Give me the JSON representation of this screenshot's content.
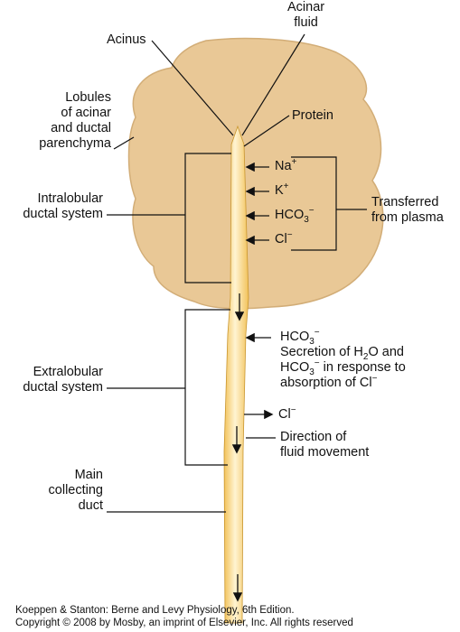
{
  "labels": {
    "acinar_fluid": [
      "Acinar",
      "fluid"
    ],
    "acinus": "Acinus",
    "protein": "Protein",
    "lobules": [
      "Lobules",
      "of acinar",
      "and ductal",
      "parenchyma"
    ],
    "intralobular": [
      "Intralobular",
      "ductal system"
    ],
    "transferred": [
      "Transferred",
      "from plasma"
    ],
    "extralobular": [
      "Extralobular",
      "ductal system"
    ],
    "main_duct": [
      "Main",
      "collecting",
      "duct"
    ],
    "secretion": [
      "Secretion of H",
      "O and",
      "in response to",
      "absorption of Cl"
    ],
    "direction": [
      "Direction of",
      "fluid movement"
    ]
  },
  "ions": {
    "na": {
      "base": "Na",
      "sup": "+"
    },
    "k": {
      "base": "K",
      "sup": "+"
    },
    "hco3": {
      "base": "HCO",
      "sub": "3",
      "sup": "−"
    },
    "cl": {
      "base": "Cl",
      "sup": "−"
    },
    "hco3_extra": {
      "base": "HCO",
      "sub": "3",
      "sup": "−"
    },
    "cl_out": {
      "base": "Cl",
      "sup": "−"
    },
    "h2o_sub": "2"
  },
  "credits": [
    "Koeppen & Stanton: Berne and Levy Physiology, 6th Edition.",
    "Copyright © 2008 by Mosby, an imprint of Elsevier, Inc. All rights reserved"
  ],
  "colors": {
    "lobule_fill": "#e9c896",
    "lobule_stroke": "#b89463",
    "duct_fill": "#fbd77e",
    "duct_highlight": "#fff4d2",
    "line": "#111111"
  }
}
